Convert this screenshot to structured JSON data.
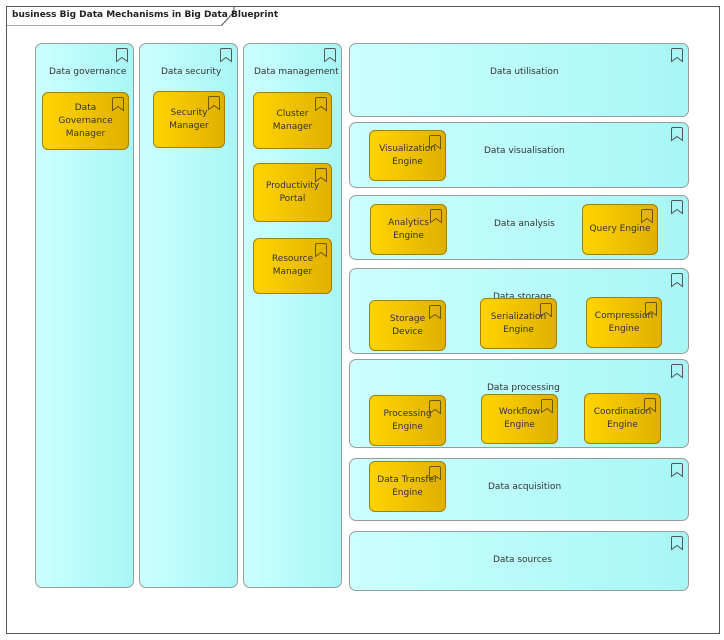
{
  "diagram": {
    "title": "business Big Data Mechanisms in Big Data Blueprint"
  },
  "columns": [
    {
      "label": "Data governance",
      "components": [
        "Data Governance Manager"
      ]
    },
    {
      "label": "Data security",
      "components": [
        "Security Manager"
      ]
    },
    {
      "label": "Data management",
      "components": [
        "Cluster Manager",
        "Productivity Portal",
        "Resource Manager"
      ]
    }
  ],
  "layers": [
    {
      "label": "Data utilisation",
      "components": []
    },
    {
      "label": "Data visualisation",
      "components": [
        "Visualization Engine"
      ]
    },
    {
      "label": "Data analysis",
      "components": [
        "Analytics Engine",
        "Query Engine"
      ]
    },
    {
      "label": "Data storage",
      "components": [
        "Storage Device",
        "Serialization Engine",
        "Compression Engine"
      ]
    },
    {
      "label": "Data processing",
      "components": [
        "Processing Engine",
        "Workflow Engine",
        "Coordination Engine"
      ]
    },
    {
      "label": "Data acquisition",
      "components": [
        "Data Transfer Engine"
      ]
    },
    {
      "label": "Data sources",
      "components": []
    }
  ],
  "icons": {
    "group_marker": "bookmark-icon"
  },
  "colors": {
    "group_fill": "#ccffff",
    "component_fill": "#ffd400",
    "component_border": "#a08000"
  }
}
